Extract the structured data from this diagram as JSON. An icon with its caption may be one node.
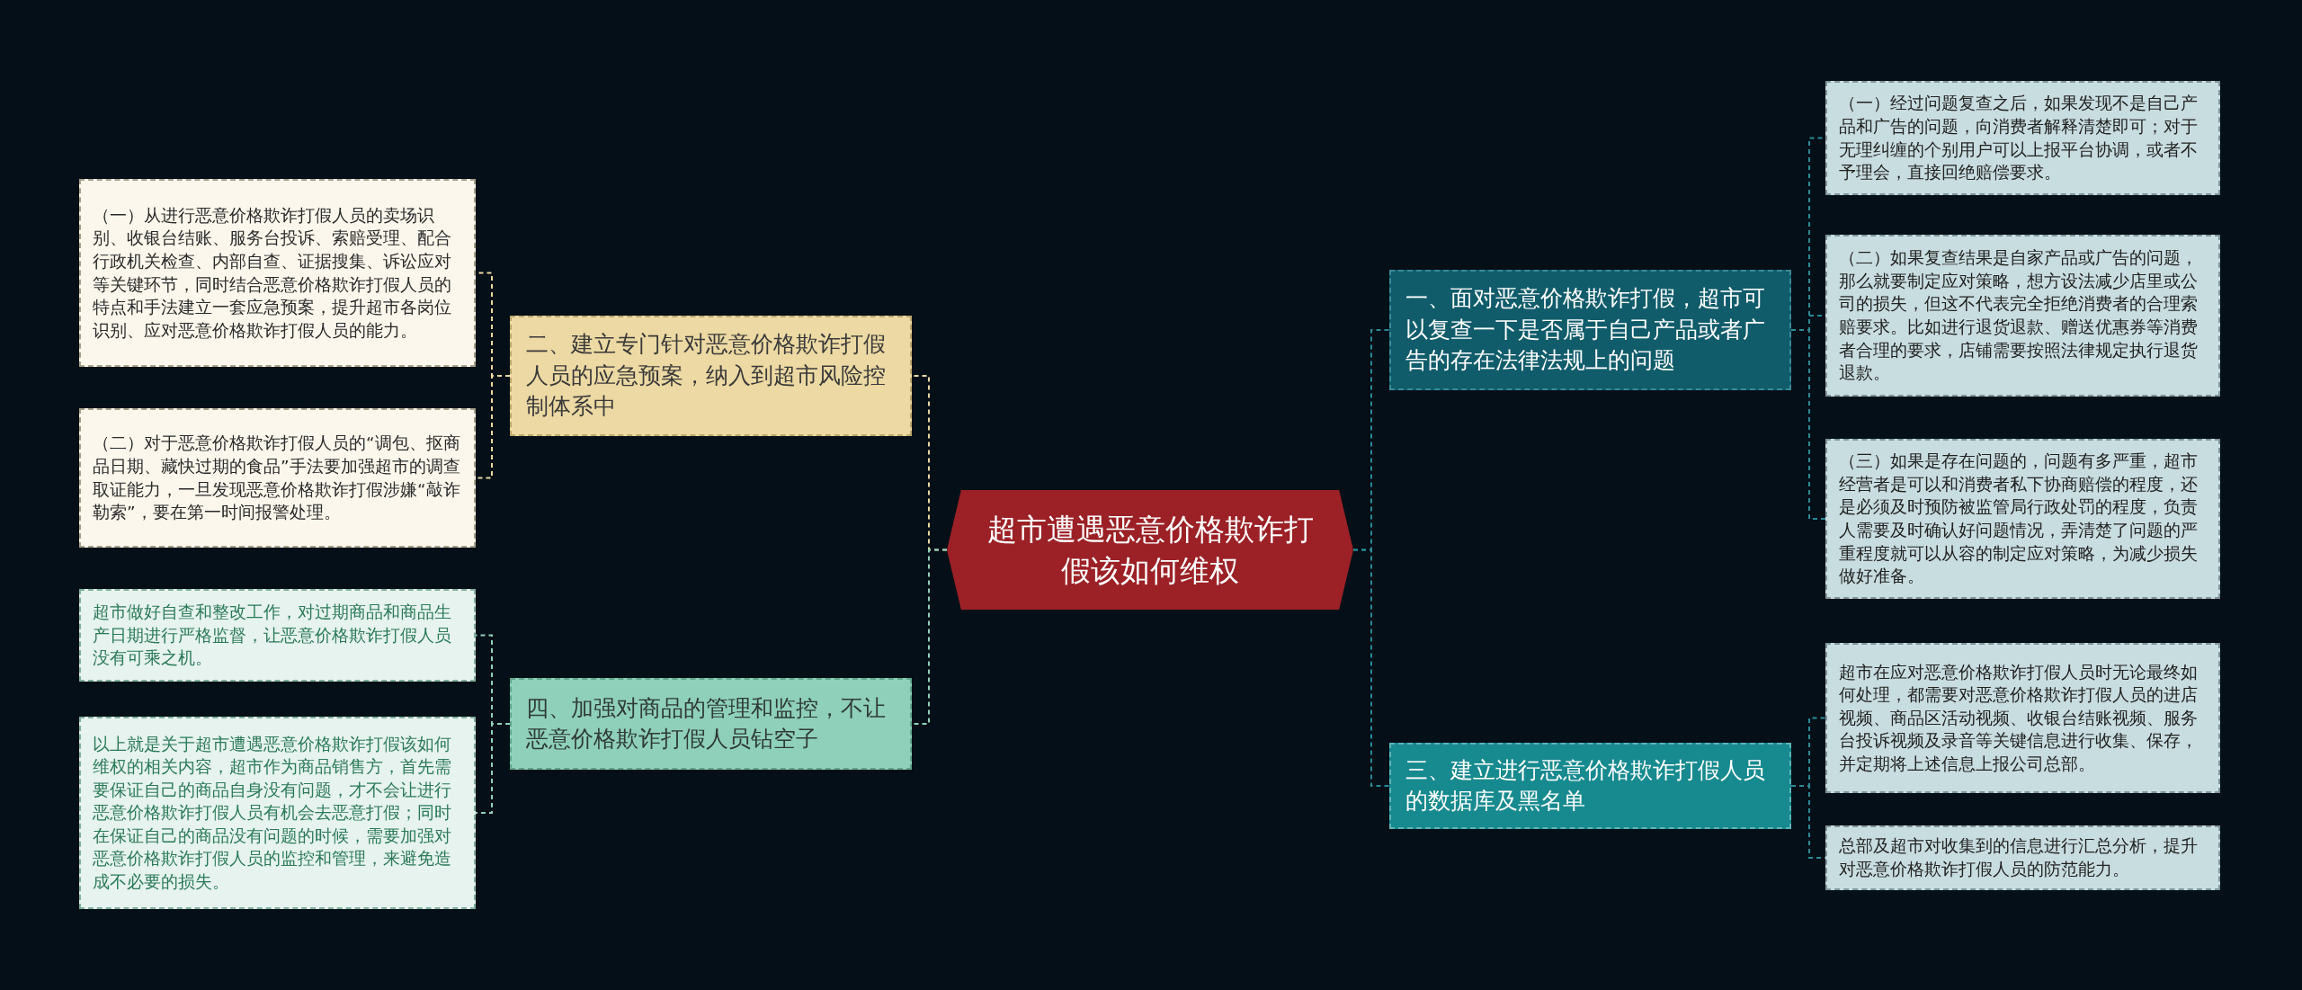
{
  "diagram": {
    "nodes": [
      {
        "text": [
          "超市遭遇恶意价格欺诈打假该如何维权"
        ]
      },
      {
        "text": [
          "一、面对恶意价格欺诈打假，超市可以复查一下是否属于自己产品或者广告的存在法律法规上的问题"
        ]
      },
      {
        "text": [
          "（一）经过问题复查之后，如果发现不是自己产品和广告的问题，向消费者解释清楚即可；对于无理纠缠的个别用户可以上报平台协调，或者不予理会，直接回绝赔偿要求。"
        ]
      },
      {
        "text": [
          "（二）如果复查结果是自家产品或广告的问题，那么就要制定应对策略，想方设法减少店里或公司的损失，但这不代表完全拒绝消费者的合理索赔要求。比如进行退货退款、赠送优惠券等消费者合理的要求，店铺需要按照法律规定执行退货退款。"
        ]
      },
      {
        "text": [
          "（三）如果是存在问题的，问题有多严重，超市经营者是可以和消费者私下协商赔偿的程度，还是必须及时预防被监管局行政处罚的程度，负责人需要及时确认好问题情况，弄清楚了问题的严重程度就可以从容的制定应对策略，为减少损失做好准备。"
        ]
      },
      {
        "text": [
          "三、建立进行恶意价格欺诈打假人员的数据库及黑名单"
        ]
      },
      {
        "text": [
          "超市在应对恶意价格欺诈打假人员时无论最终如何处理，都需要对恶意价格欺诈打假人员的进店视频、商品区活动视频、收银台结账视频、服务台投诉视频及录音等关键信息进行收集、保存，并定期将上述信息上报公司总部。"
        ]
      },
      {
        "text": [
          "总部及超市对收集到的信息进行汇总分析，提升对恶意价格欺诈打假人员的防范能力。"
        ]
      },
      {
        "text": [
          "二、建立专门针对恶意价格欺诈打假人员的应急预案，纳入到超市风险控制体系中"
        ]
      },
      {
        "text": [
          "（一）从进行恶意价格欺诈打假人员的卖场识别、收银台结账、服务台投诉、索赔受理、配合行政机关检查、内部自查、证据搜集、诉讼应对等关键环节，同时结合恶意价格欺诈打假人员的特点和手法建立一套应急预案，提升超市各岗位识别、应对恶意价格欺诈打假人员的能力。"
        ]
      },
      {
        "text": [
          "（二）对于恶意价格欺诈打假人员的“调包、抠商品日期、藏快过期的食品”手法要加强超市的调查取证能力，一旦发现恶意价格欺诈打假涉嫌“敲诈勒索”，要在第一时间报警处理。"
        ]
      },
      {
        "text": [
          "四、加强对商品的管理和监控，不让恶意价格欺诈打假人员钻空子"
        ]
      },
      {
        "text": [
          "超市做好自查和整改工作，对过期商品和商品生产日期进行严格监督，让恶意价格欺诈打假人员没有可乘之机。"
        ]
      },
      {
        "text": [
          "以上就是关于超市遭遇恶意价格欺诈打假该如何维权的相关内容，超市作为商品销售方，首先需要保证自己的商品自身没有问题，才不会让进行恶意价格欺诈打假人员有机会去恶意打假；同时在保证自己的商品没有问题的时候，需要加强对恶意价格欺诈打假人员的监控和管理，来避免造成不必要的损失。"
        ]
      }
    ],
    "edges": [
      {
        "from": 0,
        "to": 1,
        "arrow": "none",
        "color": "#2a8a96"
      },
      {
        "from": 0,
        "to": 5,
        "arrow": "none",
        "color": "#2a8a96"
      },
      {
        "from": 0,
        "to": 8,
        "arrow": "none",
        "color": "#e8d9a0"
      },
      {
        "from": 0,
        "to": 11,
        "arrow": "none",
        "color": "#8fd0bb"
      },
      {
        "from": 1,
        "to": 2,
        "arrow": "none",
        "color": "#2a8a96"
      },
      {
        "from": 1,
        "to": 3,
        "arrow": "none",
        "color": "#2a8a96"
      },
      {
        "from": 1,
        "to": 4,
        "arrow": "none",
        "color": "#2a8a96"
      },
      {
        "from": 5,
        "to": 6,
        "arrow": "none",
        "color": "#2a8a96"
      },
      {
        "from": 5,
        "to": 7,
        "arrow": "none",
        "color": "#2a8a96"
      },
      {
        "from": 8,
        "to": 9,
        "arrow": "none",
        "color": "#e8d9a0"
      },
      {
        "from": 8,
        "to": 10,
        "arrow": "none",
        "color": "#e8d9a0"
      },
      {
        "from": 11,
        "to": 12,
        "arrow": "none",
        "color": "#8fd0bb"
      },
      {
        "from": 11,
        "to": 13,
        "arrow": "none",
        "color": "#8fd0bb"
      }
    ]
  }
}
